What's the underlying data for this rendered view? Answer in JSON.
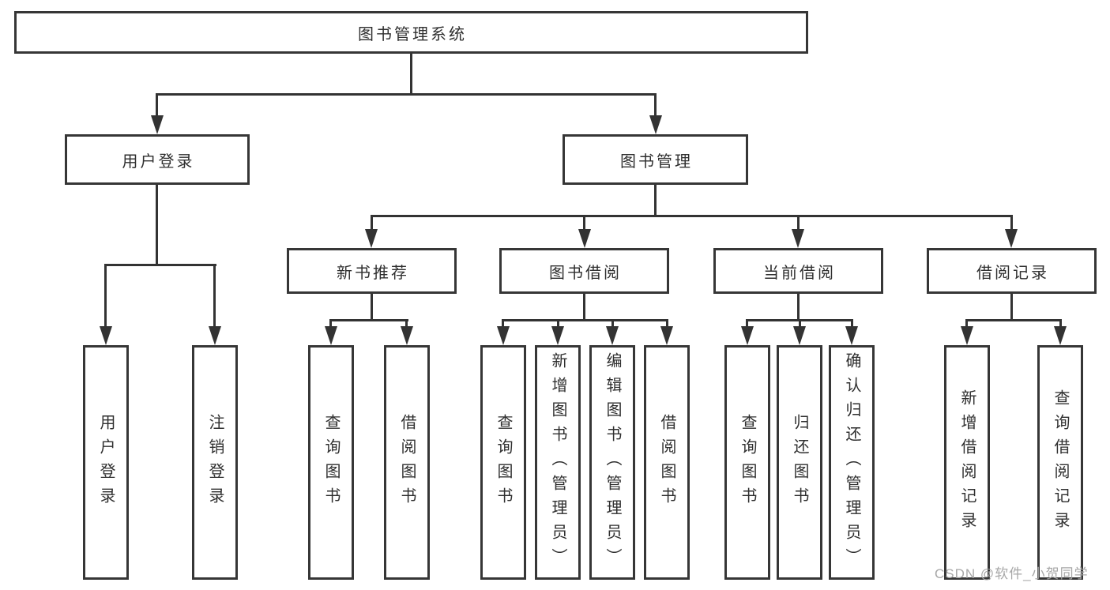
{
  "diagram": {
    "type": "tree",
    "title": "图书管理系统",
    "nodes": {
      "root": "图书管理系统",
      "l2": [
        "用户登录",
        "图书管理"
      ],
      "l3": [
        "新书推荐",
        "图书借阅",
        "当前借阅",
        "借阅记录"
      ],
      "l4_user_login": [
        "用户登录",
        "注销登录"
      ],
      "l4_new_books": [
        "查询图书",
        "借阅图书"
      ],
      "l4_borrow": [
        "查询图书",
        "新增图书（管理员）",
        "编辑图书（管理员）",
        "借阅图书"
      ],
      "l4_current": [
        "查询图书",
        "归还图书",
        "确认归还（管理员）"
      ],
      "l4_records": [
        "新增借阅记录",
        "查询借阅记录"
      ]
    },
    "hierarchy": {
      "图书管理系统": {
        "用户登录": [
          "用户登录",
          "注销登录"
        ],
        "图书管理": {
          "新书推荐": [
            "查询图书",
            "借阅图书"
          ],
          "图书借阅": [
            "查询图书",
            "新增图书（管理员）",
            "编辑图书（管理员）",
            "借阅图书"
          ],
          "当前借阅": [
            "查询图书",
            "归还图书",
            "确认归还（管理员）"
          ],
          "借阅记录": [
            "新增借阅记录",
            "查询借阅记录"
          ]
        }
      }
    },
    "colors": {
      "background": "#ffffff",
      "box_border": "#363636",
      "line": "#333333",
      "text": "#2f2f2f",
      "watermark": "#a3a3a3"
    }
  },
  "watermark": {
    "text": "CSDN @软件_小贺同学"
  }
}
